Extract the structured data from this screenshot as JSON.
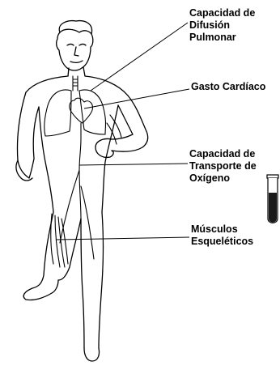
{
  "labels": {
    "diffusion": [
      "Capacidad de",
      "Difusión",
      "Pulmonar"
    ],
    "cardiac": [
      "Gasto Cardíaco"
    ],
    "transport": [
      "Capacidad de",
      "Transporte de",
      "Oxígeno"
    ],
    "muscles": [
      "Músculos",
      "Esqueléticos"
    ]
  },
  "icons": {
    "figure": "running-man-illustration",
    "tube": "blood-test-tube-icon"
  },
  "colors": {
    "ink": "#000000",
    "background": "#ffffff",
    "blood": "#1a1a1a"
  }
}
